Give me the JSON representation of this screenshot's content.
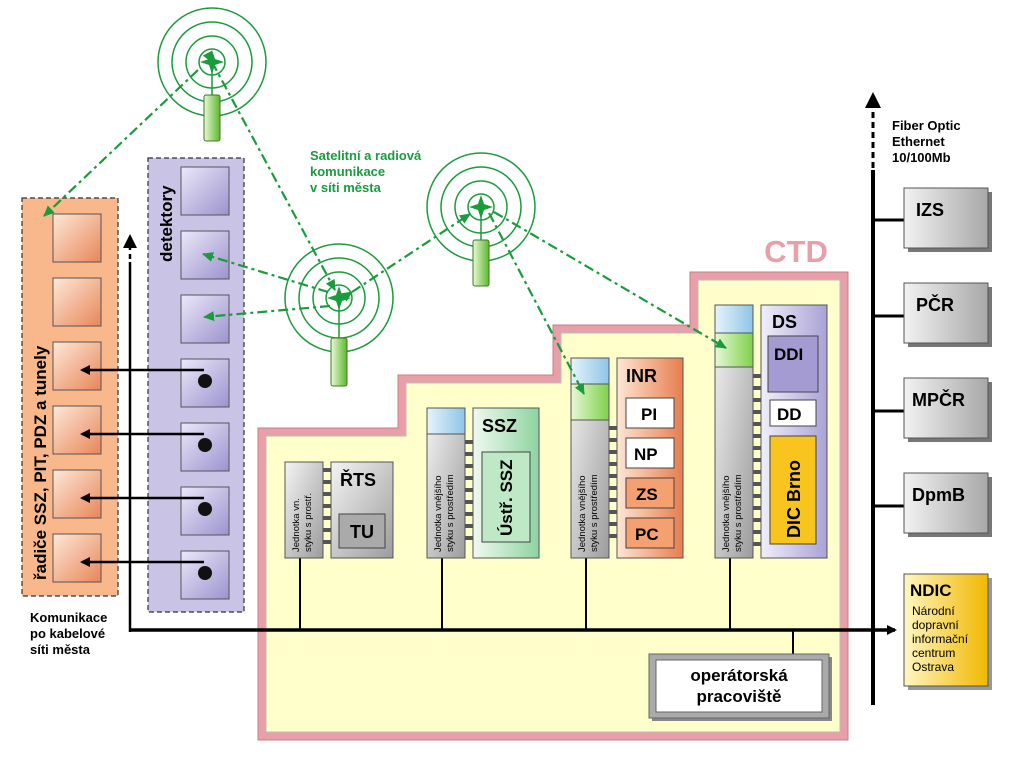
{
  "labels": {
    "ctd": "CTD",
    "satellite": [
      "Satelitní a radiová",
      "komunikace",
      "v síti města"
    ],
    "cable": [
      "Komunikace",
      "po kabelové",
      "síti města"
    ],
    "fiber": [
      "Fiber Optic",
      "Ethernet",
      "10/100Mb"
    ],
    "detektory": "detektory",
    "radice": "řadiče SSZ, PIT, PDZ a tunely",
    "operator": [
      "operátorská",
      "pracoviště"
    ]
  },
  "units": {
    "rts": {
      "iface": [
        "Jednotka vn.",
        "styku s prostř."
      ],
      "title": "ŘTS",
      "sub": [
        "TU"
      ]
    },
    "ssz": {
      "iface": [
        "Jednotka vnějšího",
        "styku s prostředím"
      ],
      "title": "SSZ",
      "sub": [
        "Ústř. SSZ"
      ]
    },
    "inr": {
      "iface": [
        "Jednotka vnějšího",
        "styku s prostředím"
      ],
      "title": "INR",
      "sub": [
        "PI",
        "NP",
        "ZS",
        "PC"
      ]
    },
    "ds": {
      "iface": [
        "Jednotka vnějšího",
        "styku s prostředím"
      ],
      "title": "DS",
      "sub": [
        "DDI",
        "DD",
        "DIC Brno"
      ]
    }
  },
  "external": [
    "IZS",
    "PČR",
    "MPČR",
    "DpmB"
  ],
  "ndic": {
    "title": "NDIC",
    "lines": [
      "Národní",
      "dopravní",
      "informační",
      "centrum",
      "Ostrava"
    ]
  },
  "colors": {
    "orange": "#f8b88b",
    "purple": "#c9c3e6",
    "yellow_bg": "#ffffcc",
    "ctd_border": "#e8a0a8",
    "green": "#1a9b3c",
    "gray_box": "#a8a8a8",
    "ndic": "#f5c518"
  }
}
